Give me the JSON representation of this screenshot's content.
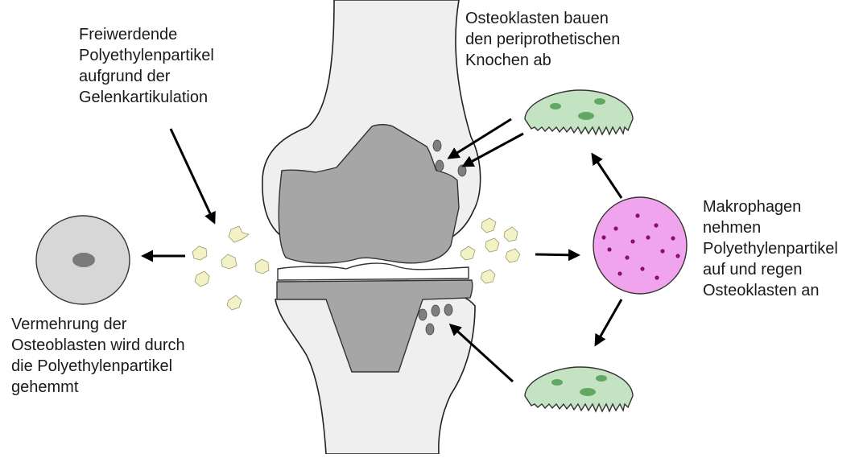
{
  "labels": {
    "particles": "Freiwerdende\nPolyethylenpartikel\naufgrund der\nGelenkartikulation",
    "osteoclasts_top": "Osteoklasten bauen\nden periprothetischen\nKnochen ab",
    "macrophages": "Makrophagen\nnehmen\nPolyethylenpartikel\nauf und regen\nOsteoklasten an",
    "osteoblasts": "Vermehrung der\nOsteoblasten wird durch\ndie Polyethylenpartikel\ngehemmt"
  },
  "colors": {
    "bone": "#efefef",
    "implant": "#a6a6a6",
    "inlay": "#ffffff",
    "particle": "#f2f2c6",
    "osteoclast": "#c3e3c3",
    "osteoclast_nucleus": "#62a862",
    "macrophage": "#f0a4ee",
    "macrophage_dots": "#8a0f6c",
    "osteoblast": "#d7d7d7",
    "osteoblast_nucleus": "#7a7a7a",
    "debris": "#7f7f7f",
    "arrow": "#000000"
  }
}
